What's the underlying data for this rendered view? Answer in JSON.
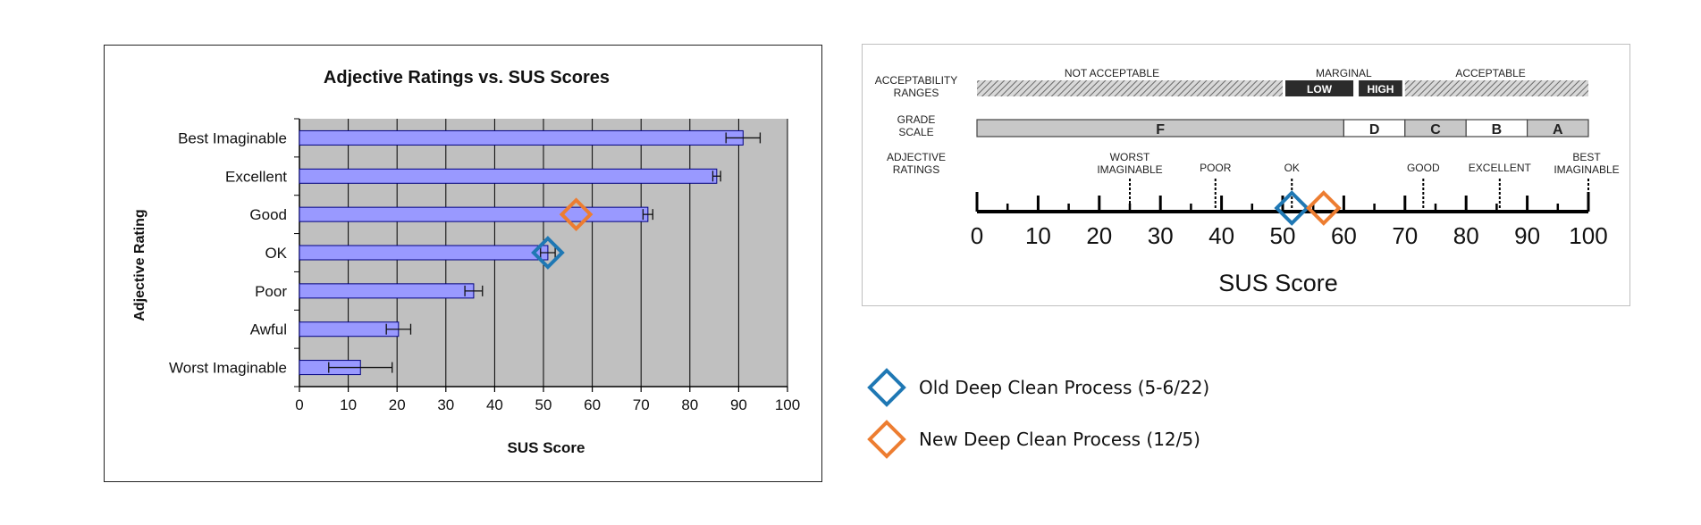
{
  "chart_data": [
    {
      "type": "bar",
      "orientation": "horizontal",
      "title": "Adjective Ratings vs. SUS Scores",
      "xlabel": "SUS Score",
      "ylabel": "Adjective Rating",
      "categories": [
        "Best Imaginable",
        "Excellent",
        "Good",
        "OK",
        "Poor",
        "Awful",
        "Worst Imaginable"
      ],
      "values": [
        90.9,
        85.5,
        71.4,
        50.9,
        35.7,
        20.3,
        12.5
      ],
      "errors": [
        3.5,
        0.8,
        1.0,
        1.5,
        1.8,
        2.5,
        6.5
      ],
      "xlim": [
        0,
        100
      ],
      "xticks": [
        0,
        10,
        20,
        30,
        40,
        50,
        60,
        70,
        80,
        90,
        100
      ],
      "grid": true,
      "colors": {
        "bar": "#9999ff",
        "bar_edge": "#000080",
        "plot_bg": "#c0c0c0"
      },
      "markers": [
        {
          "series": "old",
          "category": "OK",
          "x": 50.9
        },
        {
          "series": "new",
          "category": "Good",
          "x": 56.7
        }
      ]
    },
    {
      "type": "scale",
      "xlabel": "SUS Score",
      "xlim": [
        0,
        100
      ],
      "xticks": [
        0,
        10,
        20,
        30,
        40,
        50,
        60,
        70,
        80,
        90,
        100
      ],
      "row_labels": {
        "acceptability": [
          "ACCEPTABILITY",
          "RANGES"
        ],
        "grade": [
          "GRADE",
          "SCALE"
        ],
        "adjective": [
          "ADJECTIVE",
          "RATINGS"
        ]
      },
      "acceptability": {
        "not_acceptable": "NOT ACCEPTABLE",
        "marginal": "MARGINAL",
        "low": "LOW",
        "high": "HIGH",
        "acceptable": "ACCEPTABLE",
        "ranges": {
          "not_acceptable": [
            0,
            50
          ],
          "low": [
            50,
            62
          ],
          "high": [
            62,
            70
          ],
          "acceptable": [
            70,
            100
          ]
        }
      },
      "grades": [
        {
          "label": "F",
          "from": 0,
          "to": 60
        },
        {
          "label": "D",
          "from": 60,
          "to": 70
        },
        {
          "label": "C",
          "from": 70,
          "to": 80
        },
        {
          "label": "B",
          "from": 80,
          "to": 90
        },
        {
          "label": "A",
          "from": 90,
          "to": 100
        }
      ],
      "adjectives": [
        {
          "lines": [
            "WORST",
            "IMAGINABLE"
          ],
          "x": 25
        },
        {
          "lines": [
            "POOR"
          ],
          "x": 39
        },
        {
          "lines": [
            "OK"
          ],
          "x": 51.5
        },
        {
          "lines": [
            "GOOD"
          ],
          "x": 73
        },
        {
          "lines": [
            "EXCELLENT"
          ],
          "x": 85.5
        },
        {
          "lines": [
            "BEST",
            "IMAGINABLE"
          ],
          "x": 100
        }
      ],
      "markers": [
        {
          "series": "old",
          "x": 51.5
        },
        {
          "series": "new",
          "x": 56.7
        }
      ]
    }
  ],
  "legend": [
    {
      "series": "old",
      "label": "Old Deep Clean Process (5-6/22)",
      "color": "#1f78b4"
    },
    {
      "series": "new",
      "label": "New Deep Clean Process (12/5)",
      "color": "#ed7d31"
    }
  ]
}
